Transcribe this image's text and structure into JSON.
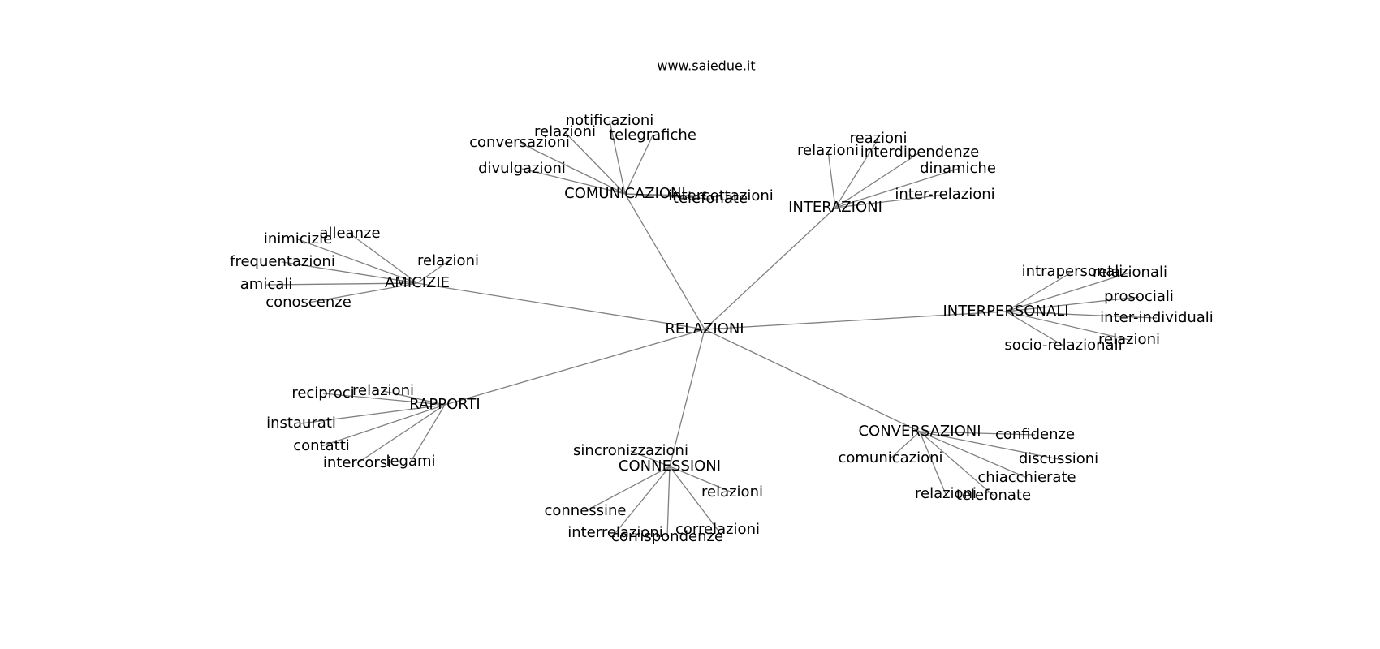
{
  "site": "www.saiedue.it",
  "colors": {
    "edge": "#808080",
    "text": "#000000",
    "background": "#ffffff"
  },
  "root": "RELAZIONI",
  "groups": [
    {
      "name": "COMUNICAZIONI",
      "leaves": [
        "notificazioni",
        "relazioni",
        "telegrafiche",
        "conversazioni",
        "divulgazioni",
        "intercettazioni",
        "telefonate"
      ]
    },
    {
      "name": "INTERAZIONI",
      "leaves": [
        "reazioni",
        "relazioni",
        "interdipendenze",
        "dinamiche",
        "inter-relazioni"
      ]
    },
    {
      "name": "AMICIZIE",
      "leaves": [
        "alleanze",
        "inimicizie",
        "relazioni",
        "frequentazioni",
        "amicali",
        "conoscenze"
      ]
    },
    {
      "name": "INTERPERSONALI",
      "leaves": [
        "intrapersonali",
        "relazionali",
        "prosociali",
        "inter-individuali",
        "relazioni",
        "socio-relazionali"
      ]
    },
    {
      "name": "RAPPORTI",
      "leaves": [
        "reciproci",
        "relazioni",
        "instaurati",
        "contatti",
        "intercorsi",
        "legami"
      ]
    },
    {
      "name": "CONNESSIONI",
      "leaves": [
        "sincronizzazioni",
        "relazioni",
        "connessine",
        "interrelazioni",
        "correlazioni",
        "corrispondenze"
      ]
    },
    {
      "name": "CONVERSAZIONI",
      "leaves": [
        "confidenze",
        "comunicazioni",
        "discussioni",
        "chiacchierate",
        "relazioni",
        "telefonate"
      ]
    }
  ]
}
